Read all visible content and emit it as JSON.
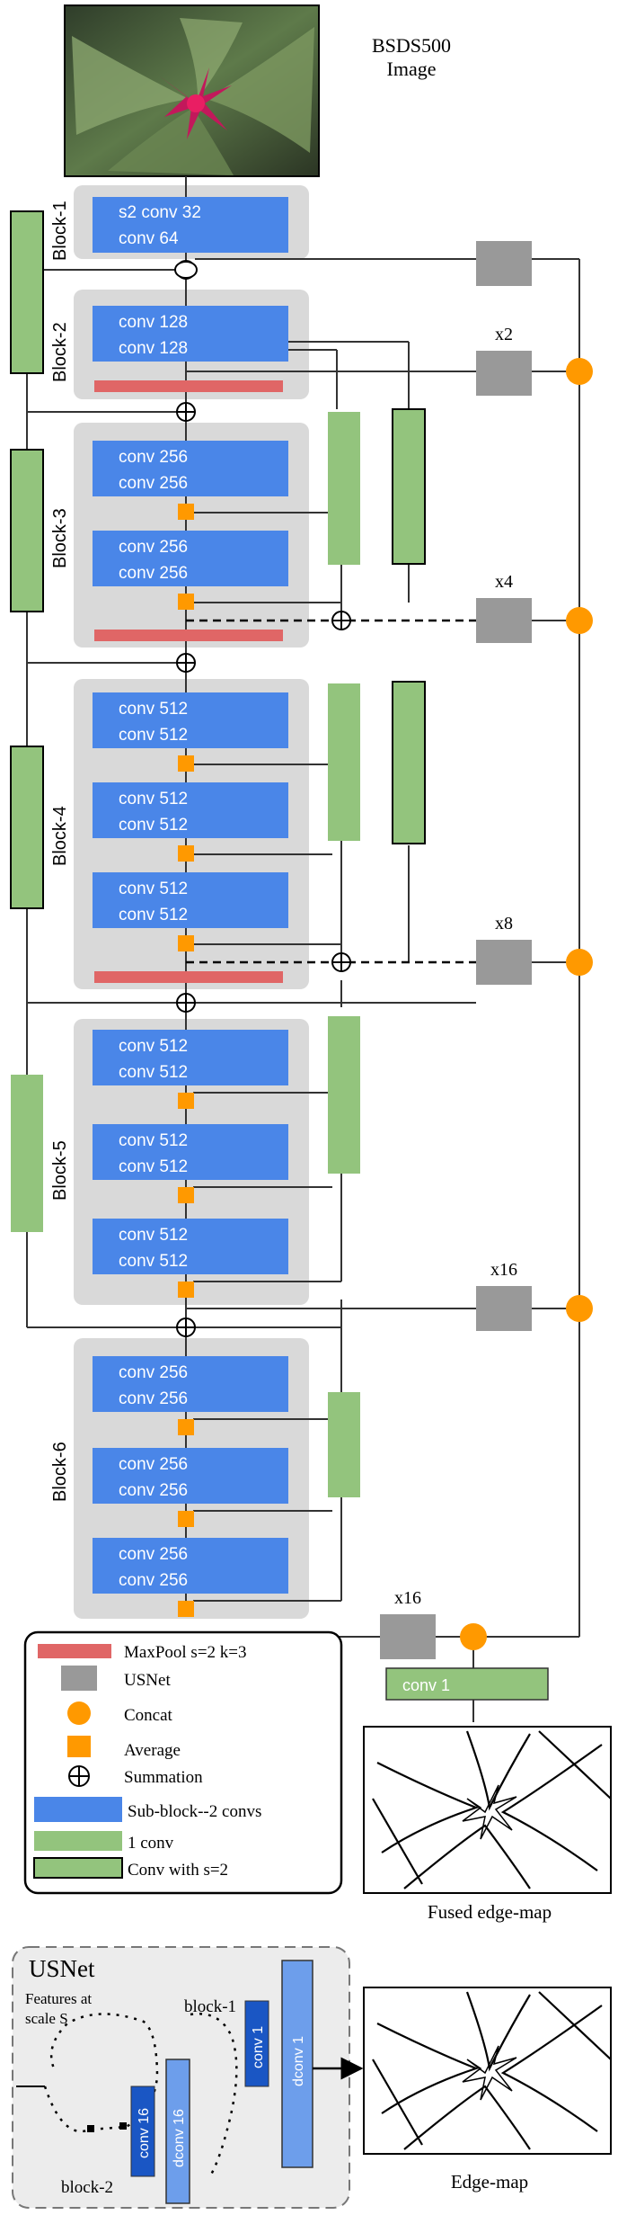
{
  "input": {
    "title_line1": "BSDS500",
    "title_line2": "Image"
  },
  "blocks": [
    {
      "label": "Block-1",
      "subblocks": [
        [
          "s2 conv 32",
          "conv 64"
        ]
      ]
    },
    {
      "label": "Block-2",
      "subblocks": [
        [
          "conv 128",
          "conv 128"
        ]
      ]
    },
    {
      "label": "Block-3",
      "subblocks": [
        [
          "conv 256",
          "conv 256"
        ],
        [
          "conv 256",
          "conv 256"
        ]
      ]
    },
    {
      "label": "Block-4",
      "subblocks": [
        [
          "conv 512",
          "conv 512"
        ],
        [
          "conv 512",
          "conv 512"
        ],
        [
          "conv 512",
          "conv 512"
        ]
      ]
    },
    {
      "label": "Block-5",
      "subblocks": [
        [
          "conv 512",
          "conv 512"
        ],
        [
          "conv 512",
          "conv 512"
        ],
        [
          "conv 512",
          "conv 512"
        ]
      ]
    },
    {
      "label": "Block-6",
      "subblocks": [
        [
          "conv 256",
          "conv 256"
        ],
        [
          "conv 256",
          "conv 256"
        ],
        [
          "conv 256",
          "conv 256"
        ]
      ]
    }
  ],
  "upsample_labels": [
    "x2",
    "x4",
    "x8",
    "x16",
    "x16"
  ],
  "fuse_conv": "conv 1",
  "legend": {
    "maxpool": "MaxPool s=2 k=3",
    "usnet": "USNet",
    "concat": "Concat",
    "average": "Average",
    "summation": "Summation",
    "subblock": "Sub-block--2 convs",
    "one_conv": "1 conv",
    "conv_s2": "Conv with s=2"
  },
  "usnet_panel": {
    "title": "USNet",
    "features_line1": "Features at",
    "features_line2": "scale S",
    "block1": "block-1",
    "block2": "block-2",
    "conv16": "conv 16",
    "dconv16": "dconv 16",
    "conv1": "conv 1",
    "dconv1": "dconv 1"
  },
  "outputs": {
    "fused": "Fused edge-map",
    "edge": "Edge-map"
  },
  "colors": {
    "subblock": "#4a86e8",
    "block_bg": "#d9d9d9",
    "maxpool": "#e06666",
    "usnet": "#999999",
    "concat": "#ff9900",
    "average": "#ff9900",
    "green": "#93c47d"
  }
}
